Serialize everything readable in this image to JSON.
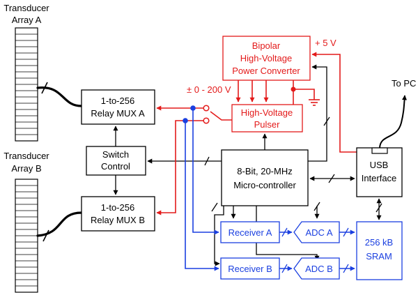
{
  "array_a": {
    "title_line1": "Transducer",
    "title_line2": "Array A"
  },
  "array_b": {
    "title_line1": "Transducer",
    "title_line2": "Array B"
  },
  "mux_a": {
    "line1": "1-to-256",
    "line2": "Relay MUX A"
  },
  "mux_b": {
    "line1": "1-to-256",
    "line2": "Relay MUX B"
  },
  "switch_control": {
    "line1": "Switch",
    "line2": "Control"
  },
  "power_converter": {
    "line1": "Bipolar",
    "line2": "High-Voltage",
    "line3": "Power Converter"
  },
  "pulser": {
    "line1": "High-Voltage",
    "line2": "Pulser"
  },
  "microcontroller": {
    "line1": "8-Bit, 20-MHz",
    "line2": "Micro-controller"
  },
  "usb": {
    "line1": "USB",
    "line2": "Interface"
  },
  "receiver_a": "Receiver A",
  "receiver_b": "Receiver B",
  "adc_a": "ADC A",
  "adc_b": "ADC B",
  "sram": {
    "line1": "256 kB",
    "line2": "SRAM"
  },
  "labels": {
    "plus5v": "+ 5 V",
    "voltage_range": "± 0 - 200 V",
    "to_pc": "To PC"
  },
  "colors": {
    "high_voltage": "#e31a1a",
    "receive": "#1a3fe0",
    "digital": "#000000"
  }
}
